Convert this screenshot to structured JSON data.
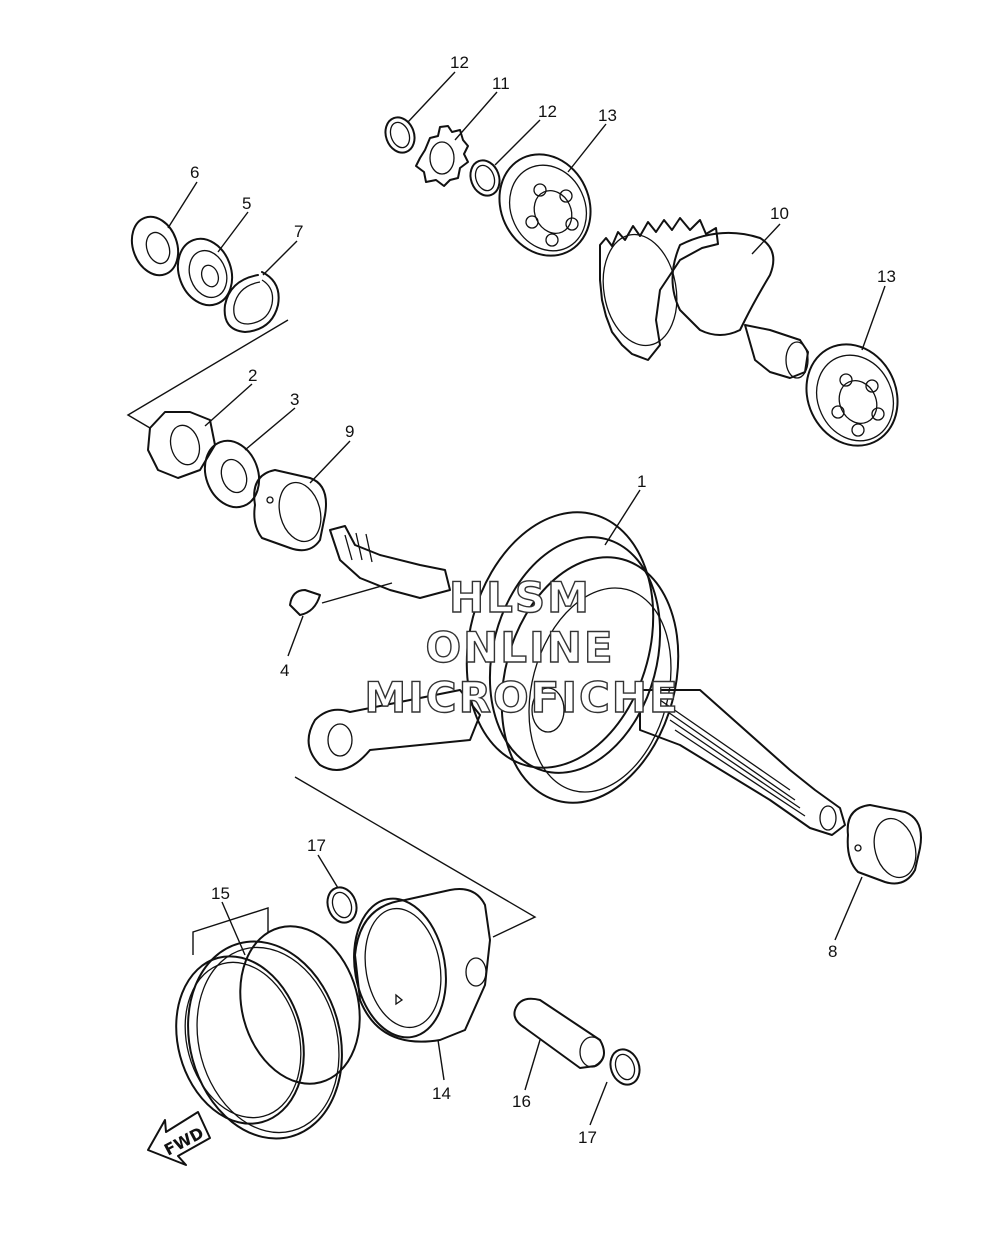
{
  "callouts": [
    {
      "id": "c1",
      "text": "1"
    },
    {
      "id": "c2",
      "text": "2"
    },
    {
      "id": "c3",
      "text": "3"
    },
    {
      "id": "c4",
      "text": "4"
    },
    {
      "id": "c5",
      "text": "5"
    },
    {
      "id": "c6",
      "text": "6"
    },
    {
      "id": "c7",
      "text": "7"
    },
    {
      "id": "c8",
      "text": "8"
    },
    {
      "id": "c9",
      "text": "9"
    },
    {
      "id": "c10",
      "text": "10"
    },
    {
      "id": "c11",
      "text": "11"
    },
    {
      "id": "c12a",
      "text": "12"
    },
    {
      "id": "c12b",
      "text": "12"
    },
    {
      "id": "c13a",
      "text": "13"
    },
    {
      "id": "c13b",
      "text": "13"
    },
    {
      "id": "c14",
      "text": "14"
    },
    {
      "id": "c15",
      "text": "15"
    },
    {
      "id": "c16",
      "text": "16"
    },
    {
      "id": "c17a",
      "text": "17"
    },
    {
      "id": "c17b",
      "text": "17"
    }
  ],
  "watermark": {
    "line1": "HLSM",
    "line2": "ONLINE",
    "line3": "MICROFICHE"
  },
  "fwd_label": "FWD"
}
